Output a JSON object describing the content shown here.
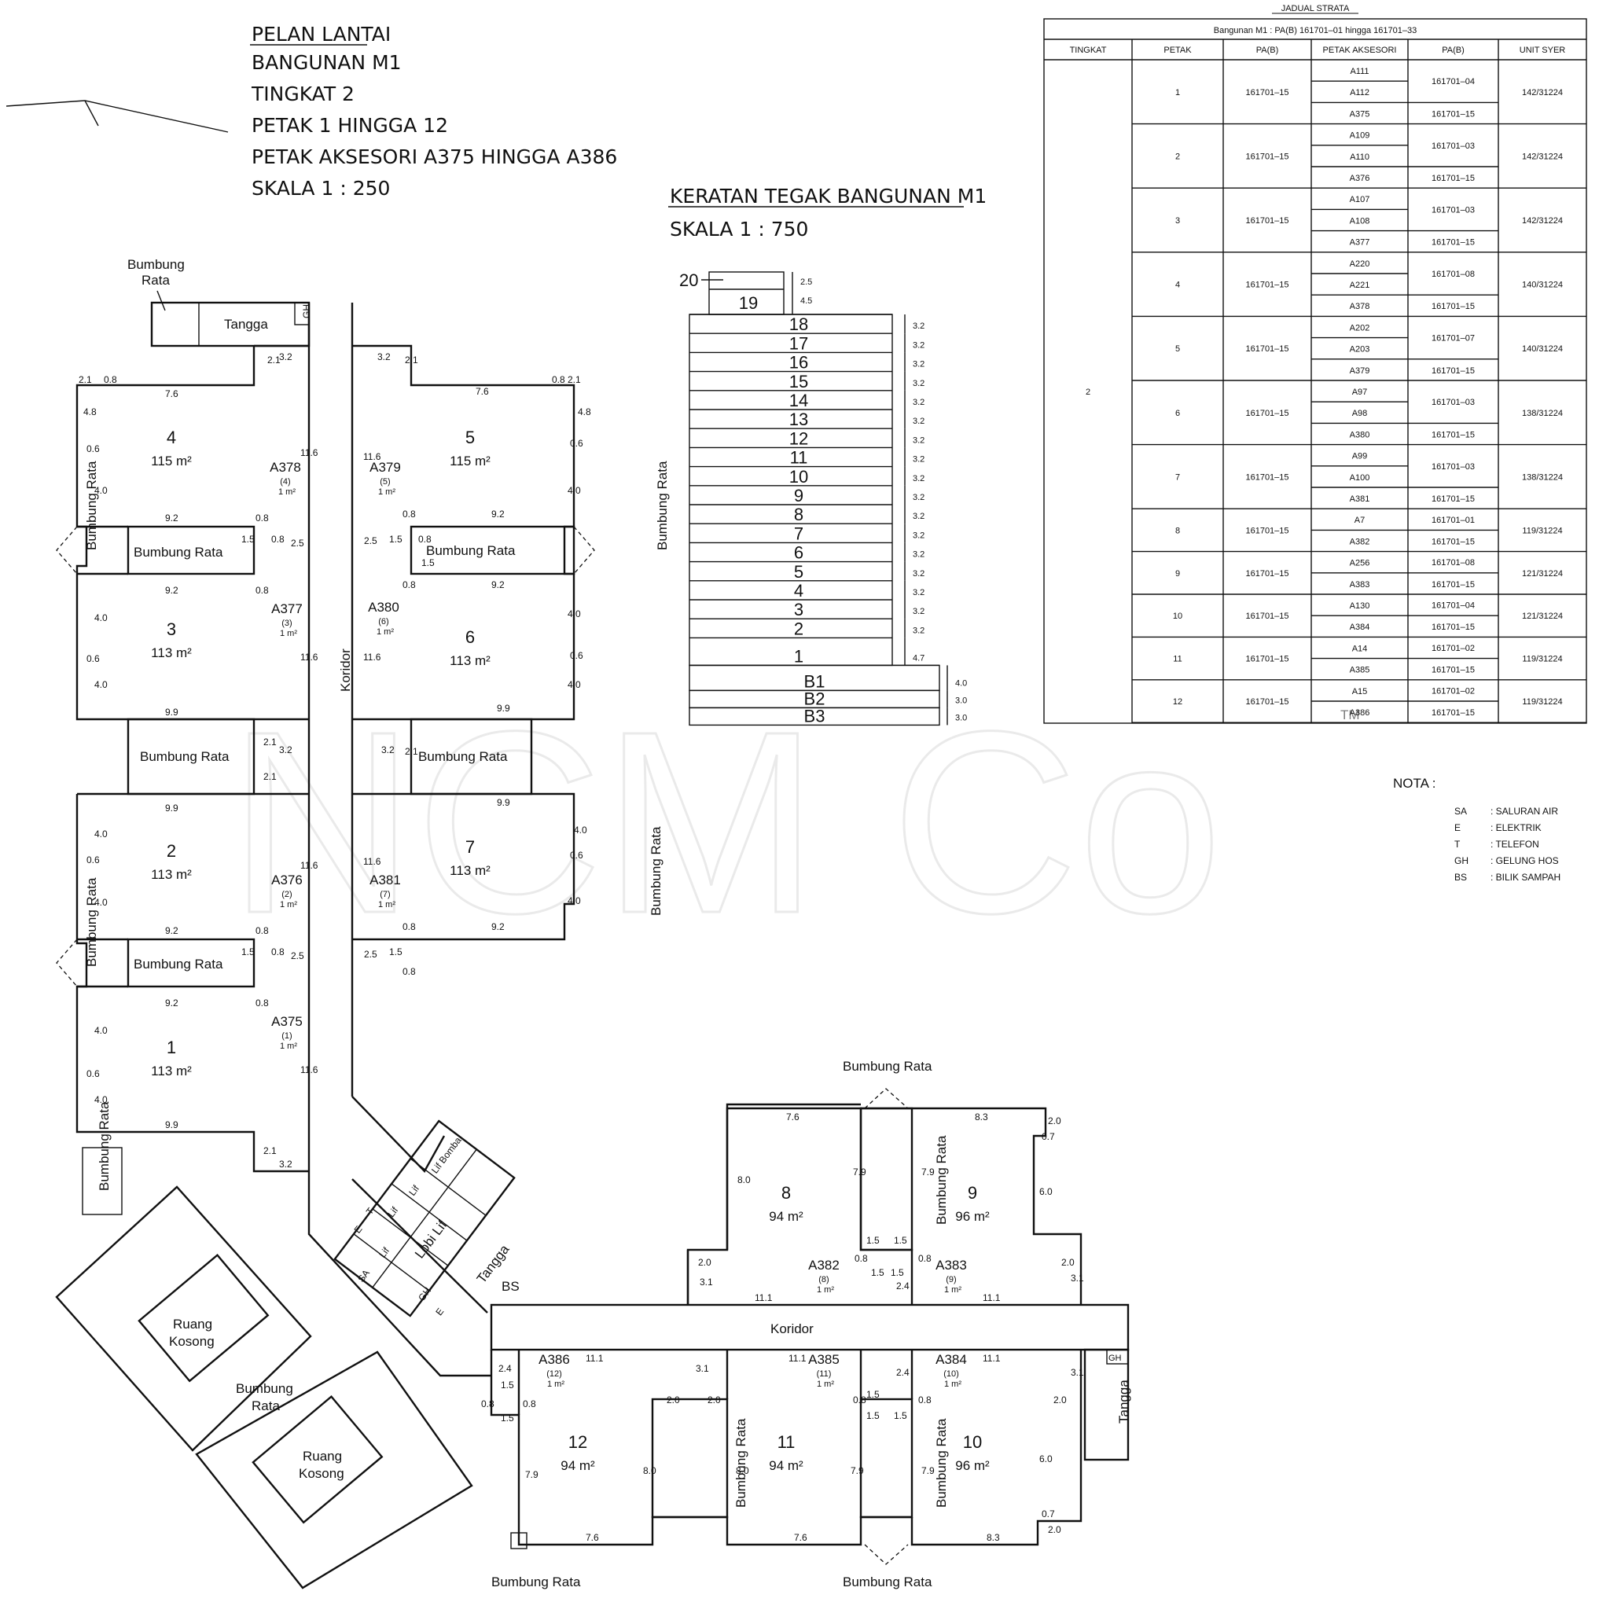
{
  "plan_title": {
    "line1": "PELAN LANTAI",
    "line2": "BANGUNAN M1",
    "line3": "TINGKAT 2",
    "line4": "PETAK 1 HINGGA 12",
    "line5": "PETAK AKSESORI A375 HINGGA A386",
    "line6": "SKALA 1 : 250"
  },
  "section_title": {
    "line1": "KERATAN TEGAK BANGUNAN M1",
    "line2": "SKALA 1 : 750"
  },
  "watermark": "NCM Co",
  "watermark_tm": "TM",
  "labels": {
    "bumbung_rata": "Bumbung Rata",
    "bumbung": "Bumbung",
    "rata": "Rata",
    "tangga": "Tangga",
    "koridor": "Koridor",
    "gh": "GH",
    "lif": "Lif",
    "lif_bomba": "Lif Bomba",
    "lobi_lif": "Lobi Lif",
    "bs": "BS",
    "sa": "SA",
    "e": "E",
    "t": "T",
    "ruang": "Ruang",
    "kosong": "Kosong"
  },
  "units": [
    {
      "no": "1",
      "area": "113 m²"
    },
    {
      "no": "2",
      "area": "113 m²"
    },
    {
      "no": "3",
      "area": "113 m²"
    },
    {
      "no": "4",
      "area": "115 m²"
    },
    {
      "no": "5",
      "area": "115 m²"
    },
    {
      "no": "6",
      "area": "113 m²"
    },
    {
      "no": "7",
      "area": "113 m²"
    },
    {
      "no": "8",
      "area": "94 m²"
    },
    {
      "no": "9",
      "area": "96 m²"
    },
    {
      "no": "10",
      "area": "96 m²"
    },
    {
      "no": "11",
      "area": "94 m²"
    },
    {
      "no": "12",
      "area": "94 m²"
    }
  ],
  "accessories": [
    {
      "code": "A375",
      "unit": "(1)",
      "area": "1 m²"
    },
    {
      "code": "A376",
      "unit": "(2)",
      "area": "1 m²"
    },
    {
      "code": "A377",
      "unit": "(3)",
      "area": "1 m²"
    },
    {
      "code": "A378",
      "unit": "(4)",
      "area": "1 m²"
    },
    {
      "code": "A379",
      "unit": "(5)",
      "area": "1 m²"
    },
    {
      "code": "A380",
      "unit": "(6)",
      "area": "1 m²"
    },
    {
      "code": "A381",
      "unit": "(7)",
      "area": "1 m²"
    },
    {
      "code": "A382",
      "unit": "(8)",
      "area": "1 m²"
    },
    {
      "code": "A383",
      "unit": "(9)",
      "area": "1 m²"
    },
    {
      "code": "A384",
      "unit": "(10)",
      "area": "1 m²"
    },
    {
      "code": "A385",
      "unit": "(11)",
      "area": "1 m²"
    },
    {
      "code": "A386",
      "unit": "(12)",
      "area": "1 m²"
    }
  ],
  "dims": {
    "d76": "7.6",
    "d99": "9.9",
    "d92": "9.2",
    "d08": "0.8",
    "d15": "1.5",
    "d25": "2.5",
    "d116": "11.6",
    "d32": "3.2",
    "d21": "2.1",
    "d48": "4.8",
    "d06": "0.6",
    "d40": "4.0",
    "d83": "8.3",
    "d80": "8.0",
    "d79": "7.9",
    "d111": "11.1",
    "d20": "2.0",
    "d31": "3.1",
    "d60": "6.0",
    "d07": "0.7",
    "d24": "2.4"
  },
  "section": {
    "floors": [
      "18",
      "17",
      "16",
      "15",
      "14",
      "13",
      "12",
      "11",
      "10",
      "9",
      "8",
      "7",
      "6",
      "5",
      "4",
      "3",
      "2",
      "1"
    ],
    "floor_heights": [
      "3.2",
      "3.2",
      "3.2",
      "3.2",
      "3.2",
      "3.2",
      "3.2",
      "3.2",
      "3.2",
      "3.2",
      "3.2",
      "3.2",
      "3.2",
      "3.2",
      "3.2",
      "3.2",
      "3.2",
      "4.7"
    ],
    "basements": [
      "B1",
      "B2",
      "B3"
    ],
    "basement_heights": [
      "4.0",
      "3.0",
      "3.0"
    ],
    "top_floors": [
      "20",
      "19"
    ],
    "top_heights": [
      "2.5",
      "4.5"
    ]
  },
  "strata_table": {
    "title": "JADUAL STRATA",
    "subtitle": "Bangunan M1 : PA(B) 161701–01 hingga 161701–33",
    "headers": [
      "TINGKAT",
      "PETAK",
      "PA(B)",
      "PETAK AKSESORI",
      "PA(B)",
      "UNIT SYER"
    ],
    "tingkat": "2",
    "rows": [
      {
        "petak": "1",
        "pab": "161701–15",
        "acc": [
          "A111",
          "A112",
          "A375"
        ],
        "accpab": [
          "161701–04",
          "161701–15"
        ],
        "syer": "142/31224"
      },
      {
        "petak": "2",
        "pab": "161701–15",
        "acc": [
          "A109",
          "A110",
          "A376"
        ],
        "accpab": [
          "161701–03",
          "161701–15"
        ],
        "syer": "142/31224"
      },
      {
        "petak": "3",
        "pab": "161701–15",
        "acc": [
          "A107",
          "A108",
          "A377"
        ],
        "accpab": [
          "161701–03",
          "161701–15"
        ],
        "syer": "142/31224"
      },
      {
        "petak": "4",
        "pab": "161701–15",
        "acc": [
          "A220",
          "A221",
          "A378"
        ],
        "accpab": [
          "161701–08",
          "161701–15"
        ],
        "syer": "140/31224"
      },
      {
        "petak": "5",
        "pab": "161701–15",
        "acc": [
          "A202",
          "A203",
          "A379"
        ],
        "accpab": [
          "161701–07",
          "161701–15"
        ],
        "syer": "140/31224"
      },
      {
        "petak": "6",
        "pab": "161701–15",
        "acc": [
          "A97",
          "A98",
          "A380"
        ],
        "accpab": [
          "161701–03",
          "161701–15"
        ],
        "syer": "138/31224"
      },
      {
        "petak": "7",
        "pab": "161701–15",
        "acc": [
          "A99",
          "A100",
          "A381"
        ],
        "accpab": [
          "161701–03",
          "161701–15"
        ],
        "syer": "138/31224"
      },
      {
        "petak": "8",
        "pab": "161701–15",
        "acc": [
          "A7",
          "A382"
        ],
        "accpab": [
          "161701–01",
          "161701–15"
        ],
        "syer": "119/31224"
      },
      {
        "petak": "9",
        "pab": "161701–15",
        "acc": [
          "A256",
          "A383"
        ],
        "accpab": [
          "161701–08",
          "161701–15"
        ],
        "syer": "121/31224"
      },
      {
        "petak": "10",
        "pab": "161701–15",
        "acc": [
          "A130",
          "A384"
        ],
        "accpab": [
          "161701–04",
          "161701–15"
        ],
        "syer": "121/31224"
      },
      {
        "petak": "11",
        "pab": "161701–15",
        "acc": [
          "A14",
          "A385"
        ],
        "accpab": [
          "161701–02",
          "161701–15"
        ],
        "syer": "119/31224"
      },
      {
        "petak": "12",
        "pab": "161701–15",
        "acc": [
          "A15",
          "A386"
        ],
        "accpab": [
          "161701–02",
          "161701–15"
        ],
        "syer": "119/31224"
      }
    ]
  },
  "nota": {
    "title": "NOTA :",
    "items": [
      {
        "k": "SA",
        "v": ": SALURAN AIR"
      },
      {
        "k": "E",
        "v": ": ELEKTRIK"
      },
      {
        "k": "T",
        "v": ": TELEFON"
      },
      {
        "k": "GH",
        "v": ": GELUNG HOS"
      },
      {
        "k": "BS",
        "v": ": BILIK SAMPAH"
      }
    ]
  }
}
